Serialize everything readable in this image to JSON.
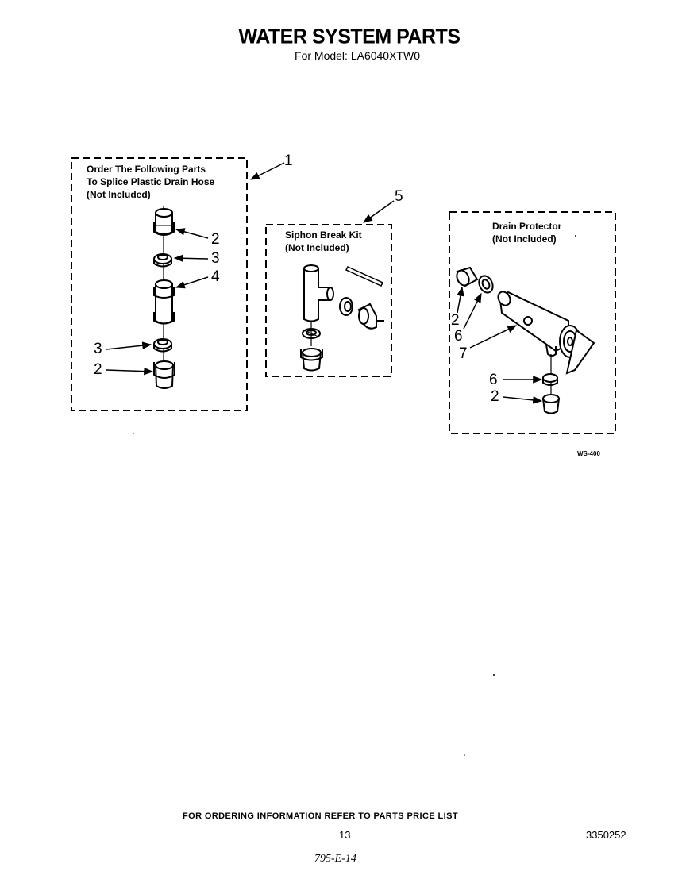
{
  "header": {
    "title": "WATER SYSTEM PARTS",
    "model": "For Model: LA6040XTW0"
  },
  "groups": {
    "splice": {
      "line1": "Order The Following Parts",
      "line2": "To Splice Plastic Drain Hose",
      "line3": "(Not Included)"
    },
    "siphon": {
      "line1": "Siphon Break Kit",
      "line2": "(Not Included)"
    },
    "drain": {
      "line1": "Drain Protector",
      "line2": "(Not Included)"
    }
  },
  "callouts": {
    "c1": "1",
    "c2a": "2",
    "c3a": "3",
    "c4": "4",
    "c3b": "3",
    "c2b": "2",
    "c5": "5",
    "c2c": "2",
    "c6a": "6",
    "c7": "7",
    "c6b": "6",
    "c2d": "2"
  },
  "figure_code": "WS-400",
  "footer": {
    "ordering": "FOR ORDERING INFORMATION REFER TO PARTS PRICE LIST",
    "page": "13",
    "part_number": "3350252",
    "handwritten": "795-E-14"
  }
}
